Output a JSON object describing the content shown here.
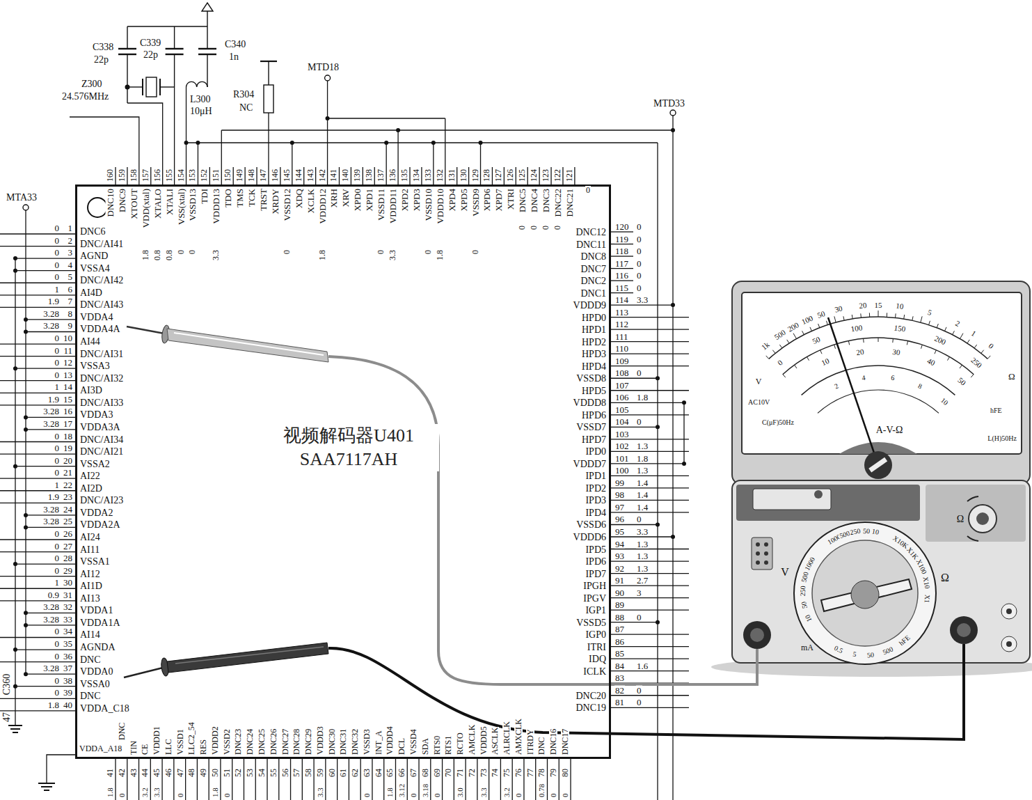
{
  "diagram": {
    "nodes": [
      {
        "text": [
          "视频解码器U401 SAA7117AH"
        ]
      }
    ],
    "labels": [
      "C338",
      "22p",
      "C339",
      "22p",
      "C340",
      "1n",
      "Z300",
      "24.576MHz",
      "L300",
      "10μH",
      "R304",
      "NC",
      "MTD18",
      "MTD33",
      "MTA33",
      "C360",
      "47",
      "0",
      "1",
      "DNC6",
      "0",
      "2",
      "DNC/AI41",
      "0",
      "3",
      "AGND",
      "0",
      "4",
      "VSSA4",
      "0",
      "5",
      "DNC/AI42",
      "1",
      "6",
      "AI4D",
      "1.9",
      "7",
      "DNC/AI43",
      "3.28",
      "8",
      "VDDA4",
      "3.28",
      "9",
      "VDDA4A",
      "0",
      "10",
      "AI44",
      "0",
      "11",
      "DNC/AI31",
      "0",
      "12",
      "VSSA3",
      "0",
      "13",
      "DNC/AI32",
      "1",
      "14",
      "AI3D",
      "1.9",
      "15",
      "DNC/AI33",
      "3.28",
      "16",
      "VDDA3",
      "3.28",
      "17",
      "VDDA3A",
      "0",
      "18",
      "DNC/AI34",
      "0",
      "19",
      "DNC/AI21",
      "0",
      "20",
      "VSSA2",
      "0",
      "21",
      "AI22",
      "1",
      "22",
      "AI2D",
      "1.9",
      "23",
      "DNC/AI23",
      "3.28",
      "24",
      "VDDA2",
      "3.28",
      "25",
      "VDDA2A",
      "0",
      "26",
      "AI24",
      "0",
      "27",
      "AI11",
      "0",
      "28",
      "VSSA1",
      "0",
      "29",
      "AI12",
      "1",
      "30",
      "AI1D",
      "0.9",
      "31",
      "AI13",
      "3.28",
      "32",
      "VDDA1",
      "3.28",
      "33",
      "VDDA1A",
      "0",
      "34",
      "AI14",
      "0",
      "35",
      "AGNDA",
      "0",
      "36",
      "DNC",
      "3.28",
      "37",
      "VDDA0",
      "0",
      "38",
      "VSSA0",
      "0",
      "39",
      "DNC",
      "1.8",
      "40",
      "VDDA_C18",
      "160",
      "DNC10",
      "159",
      "DNC9",
      "158",
      "XTOUT",
      "157",
      "VDD(xtal)",
      "1.8",
      "156",
      "XTALO",
      "0.8",
      "155",
      "XTALI",
      "0.8",
      "154",
      "VSS(xtal)",
      "0",
      "153",
      "VSSD13",
      "0",
      "152",
      "TDI",
      "151",
      "VDDD13",
      "3.3",
      "150",
      "TDO",
      "149",
      "TMS",
      "148",
      "TCK",
      "147",
      "TRST",
      "146",
      "XRDY",
      "145",
      "VSSD12",
      "0",
      "144",
      "XDQ",
      "143",
      "XCLK",
      "142",
      "VDDD12",
      "1.8",
      "141",
      "XRH",
      "140",
      "XRV",
      "139",
      "XPD0",
      "138",
      "XPD1",
      "137",
      "VSSD11",
      "0",
      "136",
      "VDDD11",
      "3.3",
      "135",
      "XPD2",
      "134",
      "XPD3",
      "133",
      "VSSD10",
      "0",
      "132",
      "VDDD10",
      "1.8",
      "131",
      "XPD4",
      "130",
      "XPD5",
      "129",
      "VSSD9",
      "0",
      "128",
      "XPD6",
      "127",
      "XPD7",
      "126",
      "XTRI",
      "125",
      "DNC5",
      "0",
      "124",
      "DNC4",
      "0",
      "123",
      "DNC3",
      "0",
      "122",
      "DNC22",
      "0",
      "121",
      "DNC21",
      "0",
      "120",
      "DNC12",
      "0",
      "119",
      "DNC11",
      "0",
      "118",
      "DNC8",
      "0",
      "117",
      "DNC7",
      "0",
      "116",
      "DNC2",
      "0",
      "115",
      "DNC1",
      "0",
      "114",
      "VDDD9",
      "3.3",
      "113",
      "HPD0",
      "112",
      "HPD1",
      "111",
      "HPD2",
      "110",
      "HPD3",
      "109",
      "HPD4",
      "108",
      "VSSD8",
      "0",
      "107",
      "HPD5",
      "106",
      "VDDD8",
      "1.8",
      "105",
      "HPD6",
      "104",
      "VSSD7",
      "0",
      "103",
      "HPD7",
      "102",
      "IPD0",
      "1.3",
      "101",
      "VDDD7",
      "1.8",
      "100",
      "IPD1",
      "1.3",
      "99",
      "IPD2",
      "1.4",
      "98",
      "IPD3",
      "1.4",
      "97",
      "IPD4",
      "1.4",
      "96",
      "VSSD6",
      "0",
      "95",
      "VDDD6",
      "3.3",
      "94",
      "IPD5",
      "1.3",
      "93",
      "IPD6",
      "1.3",
      "92",
      "IPD7",
      "1.3",
      "91",
      "IPGH",
      "2.7",
      "90",
      "IPGV",
      "3",
      "89",
      "IGP1",
      "88",
      "VSSD5",
      "0",
      "87",
      "IGP0",
      "86",
      "ITRI",
      "85",
      "IDQ",
      "84",
      "ICLK",
      "1.6",
      "83",
      "82",
      "DNC20",
      "0",
      "81",
      "DNC19",
      "0",
      "41",
      "VDDA_A18",
      "1.8",
      "42",
      "DNC",
      "0",
      "43",
      "TIN",
      "44",
      "CE",
      "3.2",
      "45",
      "VDDD1",
      "3.3",
      "46",
      "LLC",
      "47",
      "VSSD1",
      "0",
      "48",
      "LLC2_54",
      "49",
      "RES",
      "50",
      "VDDD2",
      "1.8",
      "51",
      "VSSD2",
      "0",
      "52",
      "DNC23",
      "53",
      "DNC24",
      "54",
      "DNC25",
      "55",
      "DNC26",
      "56",
      "DNC27",
      "57",
      "DNC28",
      "58",
      "DNC29",
      "59",
      "VDDD3",
      "3.3",
      "60",
      "DNC30",
      "61",
      "DNC31",
      "62",
      "DNC32",
      "63",
      "VSSD3",
      "0",
      "64",
      "INT_A",
      "65",
      "VDDD4",
      "1.8",
      "66",
      "DCL",
      "3.12",
      "67",
      "VSSD4",
      "0",
      "68",
      "SDA",
      "3.18",
      "69",
      "RTS0",
      "0",
      "70",
      "RTS1",
      "71",
      "RCTO",
      "3.0",
      "72",
      "AMCLK",
      "73",
      "VDDD5",
      "3.3",
      "74",
      "ASCLK",
      "75",
      "ALRCLK",
      "3.2",
      "76",
      "AMXCLK",
      "0",
      "77",
      "ITRDY",
      "78",
      "DNC",
      "0.78",
      "79",
      "DNC16",
      "0",
      "80",
      "DNC17",
      "0",
      "1k",
      "500",
      "200",
      "100",
      "50",
      "30",
      "20",
      "15",
      "10",
      "5",
      "2",
      "1",
      "0",
      "Ω",
      "0",
      "50",
      "100",
      "150",
      "200",
      "250",
      "10",
      "20",
      "30",
      "40",
      "50",
      "2",
      "4",
      "6",
      "8",
      "10",
      "V",
      "AC10V",
      "C(μF)50Hz",
      "L(H)50Hz",
      "hFE",
      "A-V-Ω",
      "1000",
      "500",
      "250",
      "50",
      "10",
      "1000",
      "500",
      "250",
      "50",
      "10",
      "X10K",
      "X1K",
      "X100",
      "X10",
      "X1",
      "hFE",
      "500",
      "50",
      "5",
      "0.5",
      "V",
      "Ω",
      "mA",
      "Ω"
    ]
  }
}
